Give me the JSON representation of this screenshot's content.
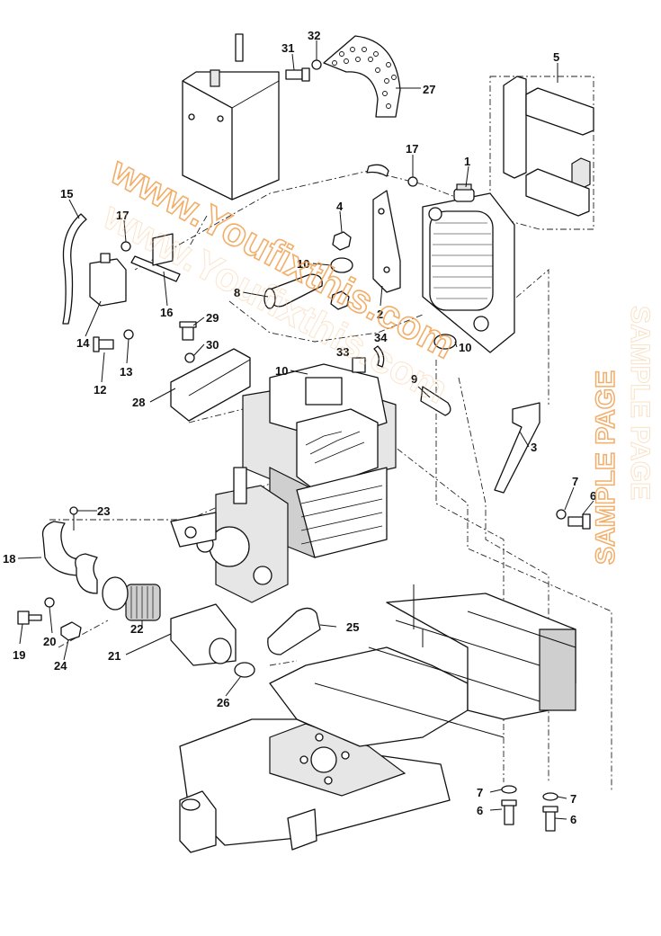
{
  "callouts": [
    "31",
    "32",
    "27",
    "5",
    "17",
    "1",
    "15",
    "17",
    "4",
    "10",
    "2",
    "8",
    "16",
    "14",
    "29",
    "30",
    "13",
    "12",
    "28",
    "10",
    "33",
    "34",
    "10",
    "9",
    "3",
    "7",
    "6",
    "23",
    "18",
    "19",
    "20",
    "24",
    "22",
    "21",
    "25",
    "26",
    "7",
    "6",
    "7",
    "6"
  ],
  "watermark": {
    "url_text": "www.Youfixthis.com",
    "side_text": "SAMPLE PAGE",
    "color": "#f0a050"
  }
}
